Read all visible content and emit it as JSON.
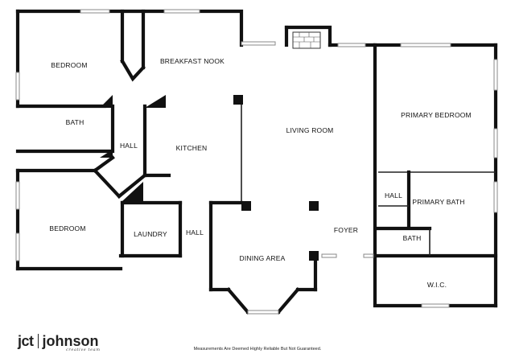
{
  "rooms": {
    "bedroom_top": "BEDROOM",
    "breakfast_nook": "BREAKFAST NOOK",
    "bath_left": "BATH",
    "hall_left": "HALL",
    "kitchen": "KITCHEN",
    "living_room": "LIVING ROOM",
    "primary_bedroom": "PRIMARY BEDROOM",
    "bedroom_bottom": "BEDROOM",
    "laundry": "LAUNDRY",
    "hall_bottom": "HALL",
    "dining_area": "DINING AREA",
    "foyer": "FOYER",
    "hall_right": "HALL",
    "primary_bath": "PRIMARY BATH",
    "bath_right": "BATH",
    "wic": "W.I.C."
  },
  "logo": {
    "brand_short": "jct",
    "brand_name": "johnson",
    "tagline": "creative team"
  },
  "disclaimer": "Measurements Are Deemed Highly Reliable But Not Guaranteed."
}
